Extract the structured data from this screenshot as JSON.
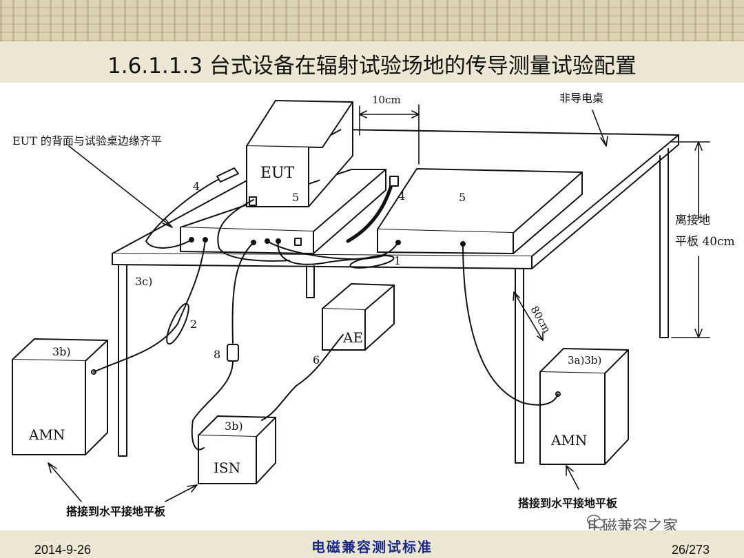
{
  "slide": {
    "title": "1.6.1.1.3 台式设备在辐射试验场地的传导测量试验配置",
    "date": "2014-9-26",
    "subject": "电磁兼容测试标准",
    "page": "26/273",
    "watermark": "电磁兼容之家"
  },
  "labels": {
    "eut_back": "EUT 的背面与试验桌边缘齐平",
    "spacing": "10cm",
    "nonconductive_table": "非导电桌",
    "eut": "EUT",
    "height_line1": "离接地",
    "height_line2": "平板 40cm",
    "distance": "80cm",
    "ae": "AE",
    "isn": "ISN",
    "amn_left": "AMN",
    "amn_right": "AMN",
    "ref_left": "3b)",
    "ref_isn": "3b)",
    "ref_right": "3a)3b)",
    "ref_3c": "3c)",
    "bond_left": "搭接到水平接地平板",
    "bond_right": "搭接到水平接地平板",
    "n1": "1",
    "n2": "2",
    "n4a": "4",
    "n4b": "4",
    "n5a": "5",
    "n5b": "5",
    "n6": "6",
    "n8": "8"
  }
}
